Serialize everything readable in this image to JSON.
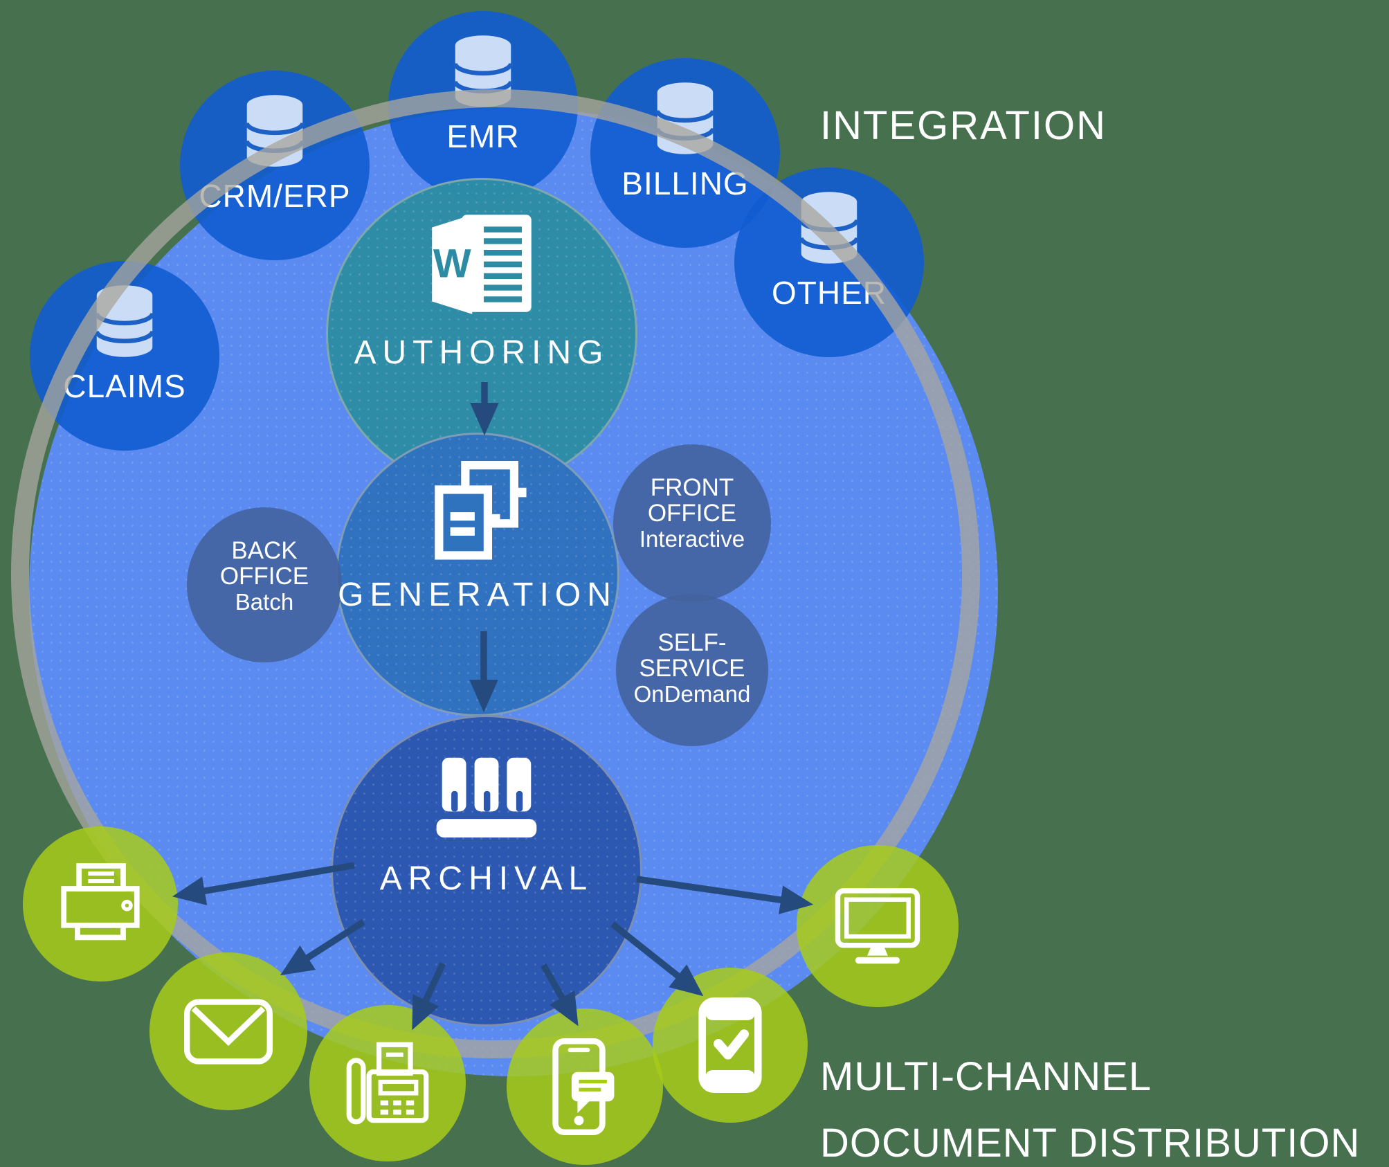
{
  "colors": {
    "background": "#47704F",
    "platform_blue": "#5B8BF0",
    "ring_gray": "#A8A79F",
    "source_blue": "#115CD0",
    "database_icon_light": "#CBDDF6",
    "authoring_teal": "#2D8CA4",
    "generation_blue": "#2F72BE",
    "archival_blue": "#2B57AE",
    "mode_slate": "#42639E",
    "channel_green": "#A7CB1A",
    "arrow_navy": "#254B7E",
    "text": "#FFFFFF"
  },
  "integration_label": "INTEGRATION",
  "distribution_label": {
    "line1": "MULTI-CHANNEL",
    "line2": "DOCUMENT DISTRIBUTION"
  },
  "word_letter": "W",
  "sources": [
    {
      "label": "CLAIMS",
      "icon": "database-icon"
    },
    {
      "label": "CRM/ERP",
      "icon": "database-icon"
    },
    {
      "label": "EMR",
      "icon": "database-icon"
    },
    {
      "label": "BILLING",
      "icon": "database-icon"
    },
    {
      "label": "OTHER",
      "icon": "database-icon"
    }
  ],
  "stages": [
    {
      "label": "AUTHORING",
      "icon": "word-document-icon"
    },
    {
      "label": "GENERATION",
      "icon": "duplicate-documents-icon"
    },
    {
      "label": "ARCHIVAL",
      "icon": "archive-boxes-icon"
    }
  ],
  "modes": [
    {
      "line1": "BACK",
      "line2": "OFFICE",
      "sub": "Batch"
    },
    {
      "line1": "FRONT",
      "line2": "OFFICE",
      "sub": "Interactive"
    },
    {
      "line1": "SELF-",
      "line2": "SERVICE",
      "sub": "OnDemand"
    }
  ],
  "channels": [
    {
      "name": "print",
      "icon": "printer-icon"
    },
    {
      "name": "email",
      "icon": "envelope-icon"
    },
    {
      "name": "fax",
      "icon": "fax-machine-icon"
    },
    {
      "name": "sms",
      "icon": "sms-phone-icon"
    },
    {
      "name": "mobile-approve",
      "icon": "mobile-check-icon"
    },
    {
      "name": "web",
      "icon": "desktop-monitor-icon"
    }
  ]
}
